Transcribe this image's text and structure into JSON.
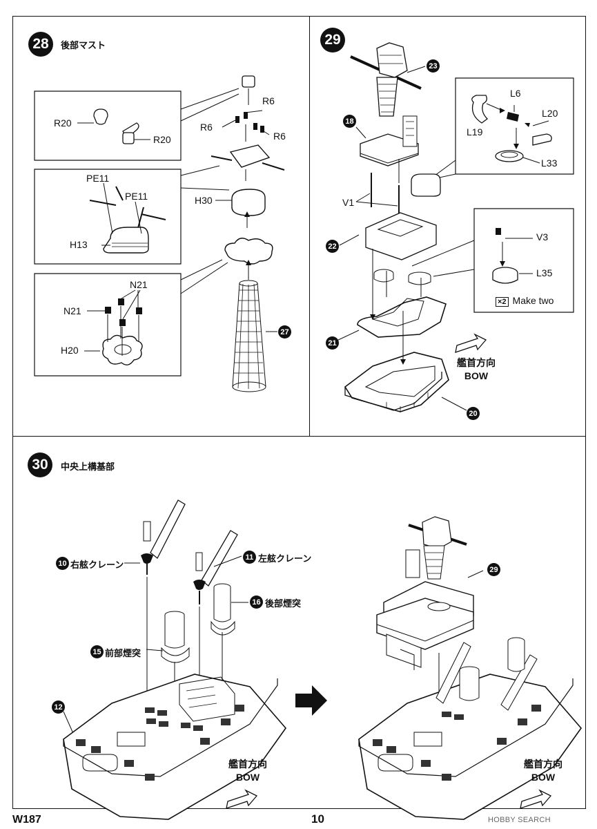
{
  "step28": {
    "number": "28",
    "title": "後部マスト",
    "labels": {
      "r20a": "R20",
      "r20b": "R20",
      "r6a": "R6",
      "r6b": "R6",
      "r6c": "R6",
      "h30": "H30",
      "pe11a": "PE11",
      "pe11b": "PE11",
      "h13": "H13",
      "n21a": "N21",
      "n21b": "N21",
      "h20": "H20"
    },
    "ref": "27"
  },
  "step29": {
    "number": "29",
    "labels": {
      "l6": "L6",
      "l19": "L19",
      "l20": "L20",
      "l33": "L33",
      "v1": "V1",
      "v3": "V3",
      "l35": "L35"
    },
    "make_two_mark": "×2",
    "make_two_text": "Make two",
    "refs": {
      "r23": "23",
      "r18": "18",
      "r22": "22",
      "r21": "21",
      "r20": "20"
    },
    "direction": {
      "jp": "艦首方向",
      "en": "BOW"
    }
  },
  "step30": {
    "number": "30",
    "title": "中央上構基部",
    "parts": {
      "p10": {
        "num": "10",
        "label": "右舷クレーン"
      },
      "p11": {
        "num": "11",
        "label": "左舷クレーン"
      },
      "p16": {
        "num": "16",
        "label": "後部煙突"
      },
      "p15": {
        "num": "15",
        "label": "前部煙突"
      },
      "p12": {
        "num": "12"
      },
      "p29": {
        "num": "29"
      }
    },
    "direction_left": {
      "jp": "艦首方向",
      "en": "BOW"
    },
    "direction_right": {
      "jp": "艦首方向",
      "en": "BOW"
    }
  },
  "footer": {
    "code": "W187",
    "page": "10",
    "watermark": "HOBBY SEARCH"
  }
}
